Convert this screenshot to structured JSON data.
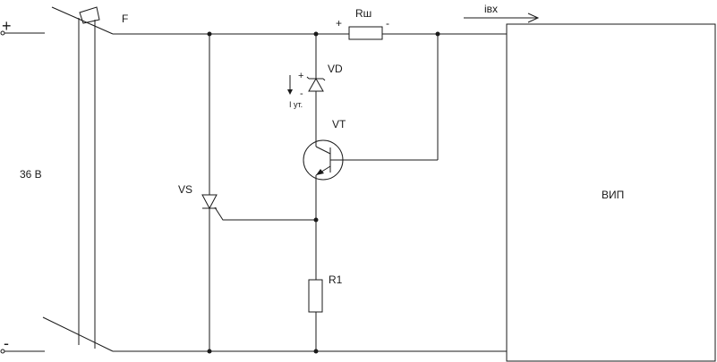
{
  "diagram": {
    "terminals": {
      "plus": "+",
      "minus": "-"
    },
    "supply_voltage": "36 В",
    "fuse": "F",
    "shunt": {
      "name": "Rш",
      "plus": "+",
      "minus": "-"
    },
    "input_current": "iвх",
    "zener": {
      "name": "VD",
      "plus": "+",
      "minus": "-",
      "current": "I ут."
    },
    "transistor": "VT",
    "thyristor": "VS",
    "resistor": "R1",
    "load": "ВИП"
  },
  "colors": {
    "ink": "#1a1a1a",
    "background": "#ffffff"
  }
}
